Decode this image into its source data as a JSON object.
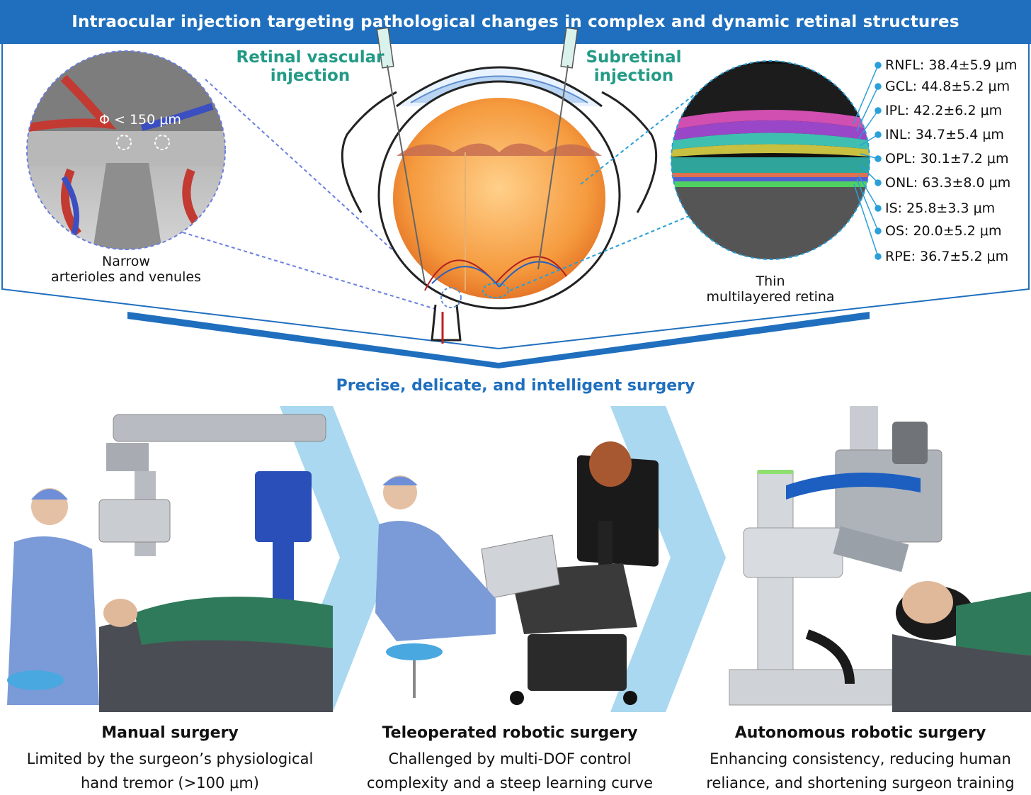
{
  "header": {
    "title": "Intraocular injection targeting pathological changes in complex and dynamic retinal structures"
  },
  "vessel_panel": {
    "diameter_label": "Φ < 150 μm",
    "caption_line1": "Narrow",
    "caption_line2": "arterioles and venules"
  },
  "eye_panel": {
    "left_injection_line1": "Retinal vascular",
    "left_injection_line2": "injection",
    "right_injection_line1": "Subretinal",
    "right_injection_line2": "injection"
  },
  "retina_panel": {
    "caption_line1": "Thin",
    "caption_line2": "multilayered retina",
    "layers": [
      {
        "label": "RNFL: 38.4±5.9 μm",
        "color": "#e24fb0"
      },
      {
        "label": "GCL: 44.8±5.2 μm",
        "color": "#b04fd0"
      },
      {
        "label": "IPL: 42.2±6.2 μm",
        "color": "#8a3fb0"
      },
      {
        "label": "INL: 34.7±5.4 μm",
        "color": "#3fbfb0"
      },
      {
        "label": "OPL: 30.1±7.2 μm",
        "color": "#c8c040"
      },
      {
        "label": "ONL: 63.3±8.0 μm",
        "color": "#30a8a0"
      },
      {
        "label": "IS: 25.8±3.3 μm",
        "color": "#e07050"
      },
      {
        "label": "OS: 20.0±5.2 μm",
        "color": "#5060d0"
      },
      {
        "label": "RPE: 36.7±5.2 μm",
        "color": "#50d060"
      }
    ]
  },
  "mid_title": "Precise, delicate, and intelligent surgery",
  "stages": [
    {
      "title": "Manual surgery",
      "desc_line1": "Limited by the surgeon’s physiological",
      "desc_line2": "hand tremor (>100 μm)"
    },
    {
      "title": "Teleoperated robotic surgery",
      "desc_line1": "Challenged by multi-DOF control",
      "desc_line2": "complexity and a steep learning curve"
    },
    {
      "title": "Autonomous robotic surgery",
      "desc_line1": "Enhancing consistency, reducing human",
      "desc_line2": "reliance, and shortening surgeon training"
    }
  ],
  "colors": {
    "accent_blue": "#1f6fbe",
    "teal": "#239a86",
    "arrow_light": "#a9d8f0"
  }
}
